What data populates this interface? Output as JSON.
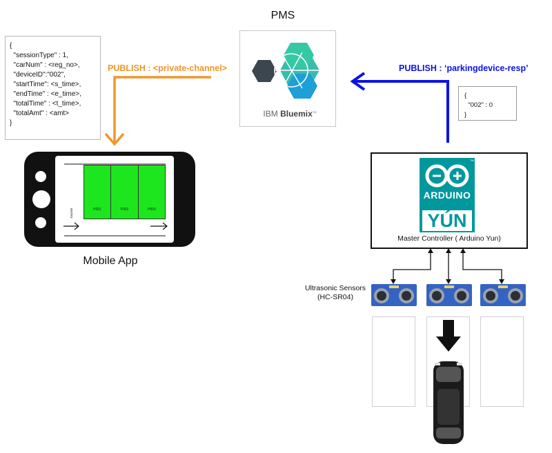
{
  "pms": {
    "label": "PMS",
    "logo_text_light": "IBM ",
    "logo_text_bold": "Bluemix",
    "logo_tm": "TM"
  },
  "publish_private": {
    "label": "PUBLISH :  <private-channel>"
  },
  "publish_resp": {
    "label": "PUBLISH : ‘parkingdevice-resp’"
  },
  "session_json": {
    "text": "{\n  \"sessionType\" : 1,\n  \"carNum\" : <reg_no>,\n  \"deviceID\":\"002\",\n  \"startTime\": <s_time>,\n  \"endTime\" : <e_time>,\n  \"totalTime\" : <t_time>,\n  \"totalAmt\" : <amt>\n}"
  },
  "resp_json": {
    "text": "{\n  \"002\" : 0\n}"
  },
  "mobile_app": {
    "label": "Mobile App",
    "entry_label": "ENTRY",
    "slots": [
      "P001",
      "P002",
      "P003"
    ]
  },
  "controller": {
    "label": "Master Controller ( Arduino Yun)",
    "logo_top": "ARDUINO",
    "logo_bottom": "YÚN",
    "logo_tm": "TM"
  },
  "sensors": {
    "label_line1": "Ultrasonic Sensors",
    "label_line2": "(HC-SR04)",
    "count": 3
  },
  "colors": {
    "publish_private": "#f0962a",
    "publish_resp": "#0b12e6",
    "slot_green": "#1ee61e",
    "arduino_teal": "#00979d",
    "sensor_blue": "#3563c4"
  }
}
